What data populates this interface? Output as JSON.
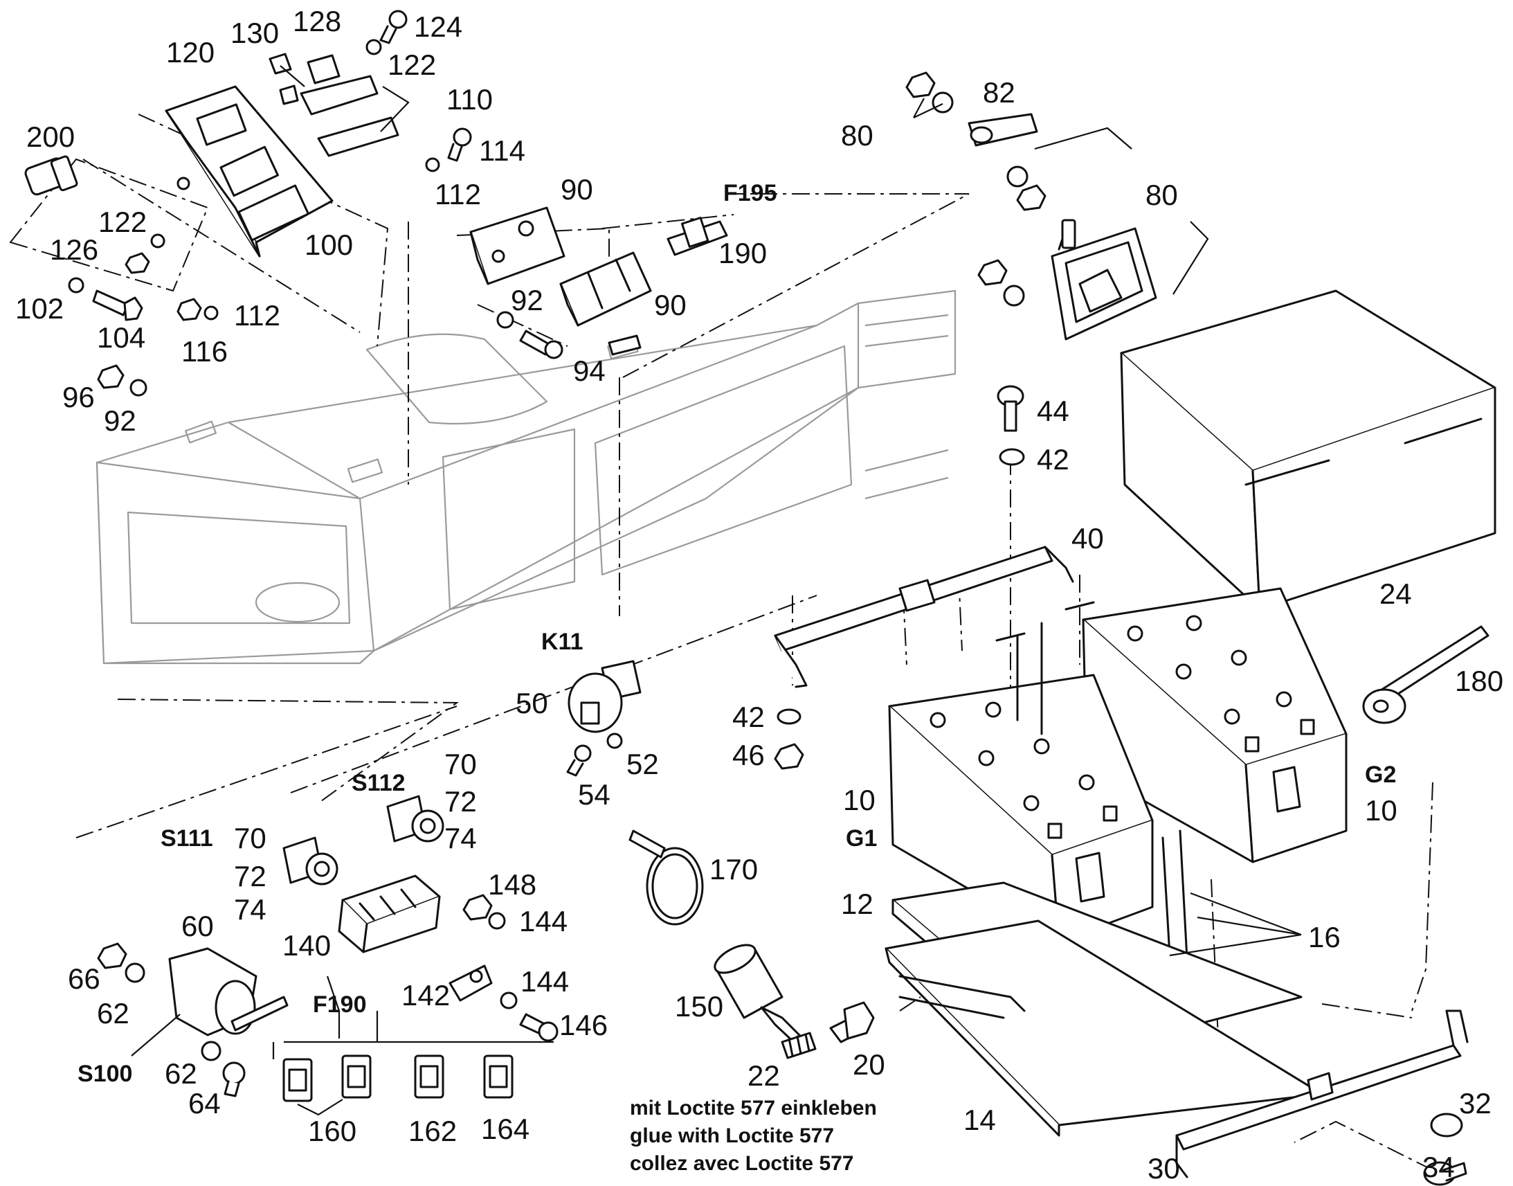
{
  "labels": {
    "p200": "200",
    "p120": "120",
    "p130": "130",
    "p128": "128",
    "p124": "124",
    "p122a": "122",
    "p110": "110",
    "p114": "114",
    "p112a": "112",
    "p122b": "122",
    "p126": "126",
    "p100": "100",
    "p102": "102",
    "p104": "104",
    "p112b": "112",
    "p116": "116",
    "p96": "96",
    "p92a": "92",
    "p90a": "90",
    "p92b": "92",
    "p94": "94",
    "p90b": "90",
    "F195": "F195",
    "p190": "190",
    "p80a": "80",
    "p82": "82",
    "p80b": "80",
    "p24": "24",
    "p44": "44",
    "p42a": "42",
    "p40": "40",
    "K11": "K11",
    "p50": "50",
    "p52": "52",
    "p54": "54",
    "p42b": "42",
    "p46": "46",
    "p180": "180",
    "G2": "G2",
    "p10b": "10",
    "p10a": "10",
    "G1": "G1",
    "S112": "S112",
    "p70a": "70",
    "p72a": "72",
    "p74a": "74",
    "S111": "S111",
    "p70b": "70",
    "p72b": "72",
    "p74b": "74",
    "p148": "148",
    "p144a": "144",
    "p140": "140",
    "p60": "60",
    "p66": "66",
    "p62a": "62",
    "F190": "F190",
    "p142": "142",
    "p144b": "144",
    "p146": "146",
    "p62b": "62",
    "p64": "64",
    "S100": "S100",
    "p160": "160",
    "p162": "162",
    "p164": "164",
    "p170": "170",
    "p12": "12",
    "p16": "16",
    "p150": "150",
    "p22": "22",
    "p20": "20",
    "p14": "14",
    "p30": "30",
    "p32": "32",
    "p34": "34"
  },
  "note": {
    "de": "mit Loctite 577 einkleben",
    "en": "glue with Loctite 577",
    "fr": "collez avec Loctite 577"
  }
}
